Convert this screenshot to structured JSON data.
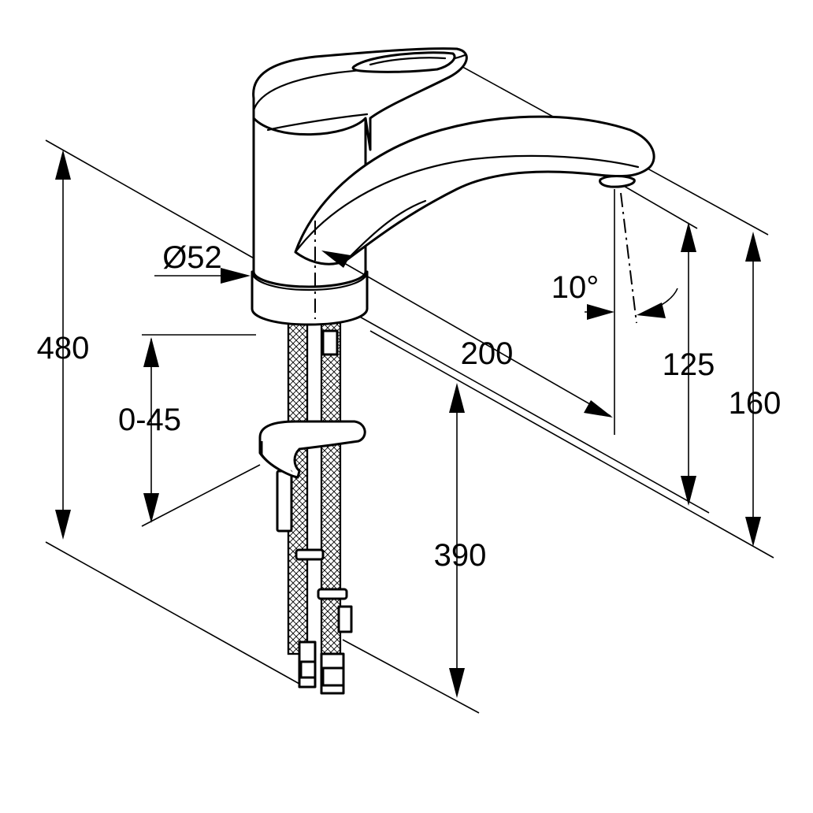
{
  "dimensions": {
    "height_total": "480",
    "thread_range": "0-45",
    "diameter": "Ø52",
    "reach": "200",
    "swivel_angle": "10°",
    "hose_length": "390",
    "spout_height": "125",
    "top_height": "160"
  },
  "colors": {
    "line": "#000000",
    "background": "#ffffff"
  }
}
